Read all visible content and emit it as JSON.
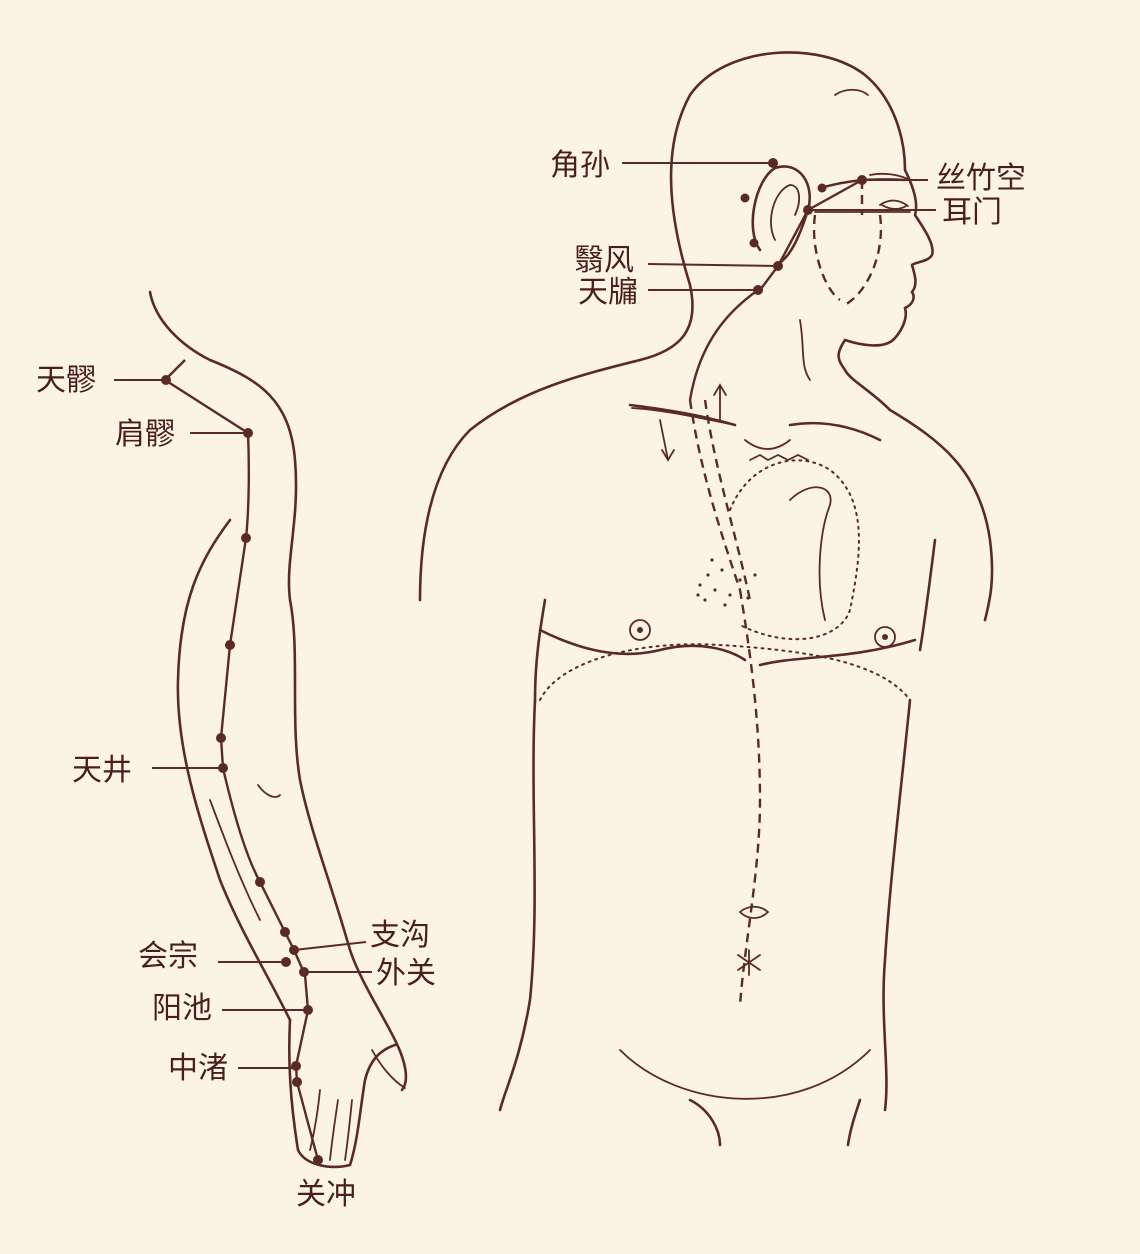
{
  "colors": {
    "background": "#fbf4e5",
    "line": "#5a2a24"
  },
  "labels": {
    "jiaosun": "角孙",
    "sizhukong": "丝竹空",
    "ermen": "耳门",
    "yifeng": "翳风",
    "tianyou": "天牖",
    "tianliao": "天髎",
    "jianliao": "肩髎",
    "tianjing": "天井",
    "zhigou": "支沟",
    "huizong": "会宗",
    "waiguan": "外关",
    "yangchi": "阳池",
    "zhongzhu": "中渚",
    "guanchong": "关冲"
  }
}
